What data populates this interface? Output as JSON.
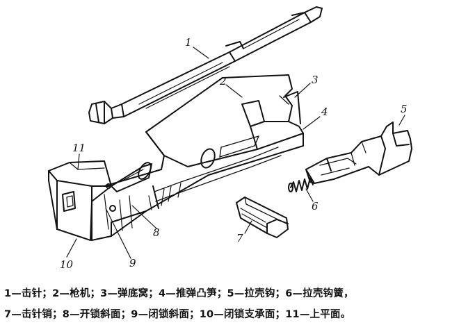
{
  "callouts": {
    "n1": "1",
    "n2": "2",
    "n3": "3",
    "n4": "4",
    "n5": "5",
    "n6": "6",
    "n7": "7",
    "n8": "8",
    "n9": "9",
    "n10": "10",
    "n11": "11"
  },
  "caption": {
    "line1": "1—击针；2—枪机；3—弹底窝；4—推弹凸笋；5—拉壳钩；6—拉壳钩簧，",
    "line2": "7—击针销；8—开锁斜面；9—闭锁斜面；10—闭锁支承面；11—上平面。"
  }
}
